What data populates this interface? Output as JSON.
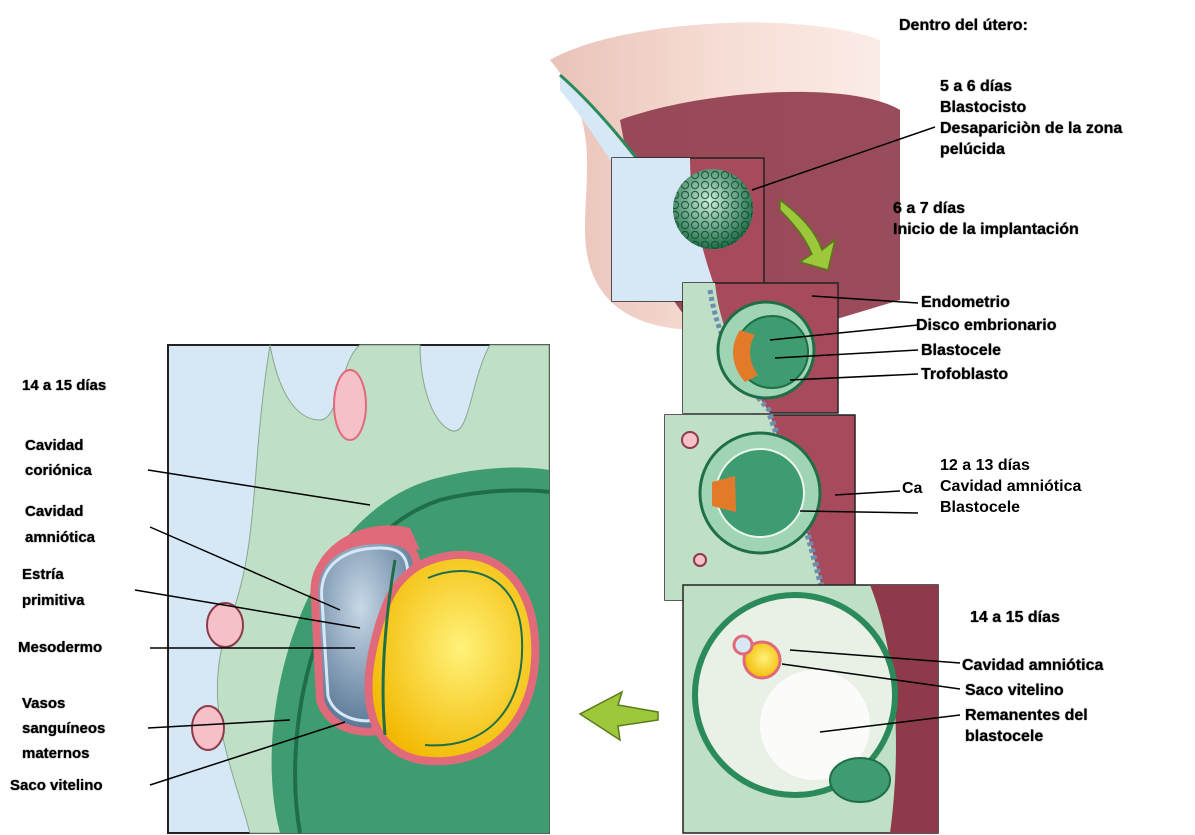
{
  "header": {
    "title": "Dentro del útero:"
  },
  "stages": {
    "day5": [
      "5 a 6 días",
      "Blastocisto",
      "Desapariciòn de la zona",
      "pelúcida"
    ],
    "day6": [
      "6 a 7 días",
      "Inicio de la implantación"
    ],
    "day12": [
      "12 a 13 días",
      "Cavidad amniótica",
      "Blastocele"
    ],
    "day14_right": "14 a 15 días",
    "day14_left": "14 a 15 días"
  },
  "implantation_labels": {
    "endometrio": "Endometrio",
    "disco": "Disco embrionario",
    "blastocele": "Blastocele",
    "trofoblasto": "Trofoblasto"
  },
  "partial_label": "Ca",
  "day14_right_labels": {
    "cavidad_amniotica": "Cavidad amniótica",
    "saco_vitelino": "Saco vitelino",
    "remanentes": [
      "Remanentes del",
      "blastocele"
    ]
  },
  "detail_labels": {
    "cavidad_corionica": [
      "Cavidad",
      "coriónica"
    ],
    "cavidad_amniotica": [
      "Cavidad",
      "amniótica"
    ],
    "estria": [
      "Estría",
      "primitiva"
    ],
    "mesodermo": "Mesodermo",
    "vasos": [
      "Vasos",
      "sanguíneos",
      "maternos"
    ],
    "saco_vitelino": "Saco vitelino"
  },
  "colors": {
    "uterus_light": "#f2d4cc",
    "uterus_wall": "#8e3a4a",
    "tissue_green": "#bfe0c6",
    "membrane_green": "#2a8a5a",
    "cavity_blue": "#d6e8f6",
    "amnion_blue": "#6c8fb0",
    "yolk_yellow": "#ffd400",
    "mesoderm_red": "#e06a7a",
    "arrow_green": "#9ec83c"
  }
}
